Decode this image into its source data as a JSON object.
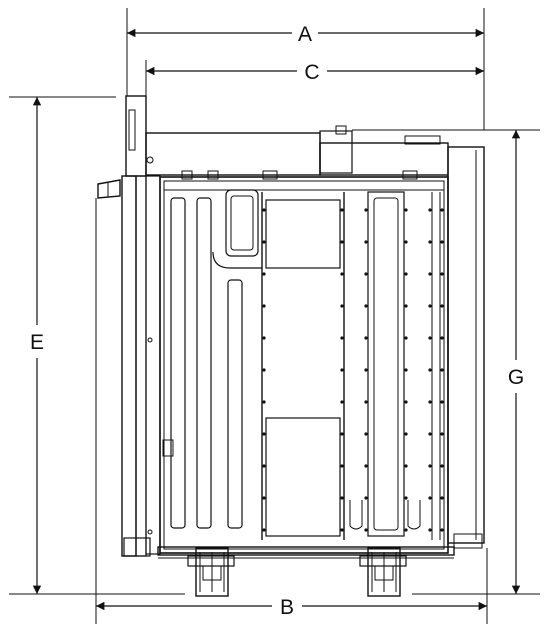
{
  "dimensions": {
    "a": "A",
    "b": "B",
    "c": "C",
    "e": "E",
    "g": "G"
  },
  "colors": {
    "line": "#111111",
    "panel": "#ffffff",
    "background": "#ffffff"
  }
}
